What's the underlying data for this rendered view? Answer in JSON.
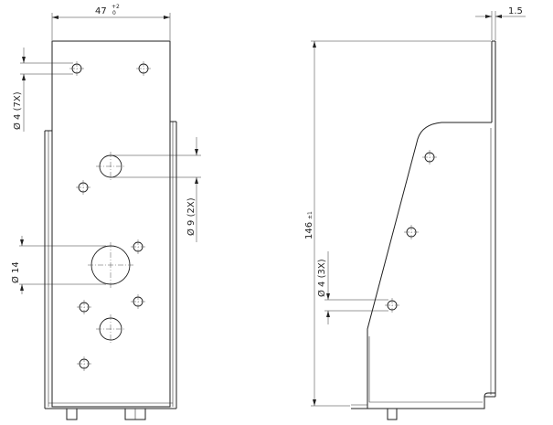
{
  "dimensions": {
    "width": {
      "value": "47",
      "tol_upper": "+2",
      "tol_lower": "0"
    },
    "thickness": {
      "value": "1.5"
    },
    "height": {
      "value": "146",
      "tol": "±1"
    },
    "hole_d4_front": "Ø 4 (7X)",
    "hole_d9": "Ø 9 (2X)",
    "hole_d14": "Ø 14",
    "hole_d4_side": "Ø 4 (3X)"
  }
}
